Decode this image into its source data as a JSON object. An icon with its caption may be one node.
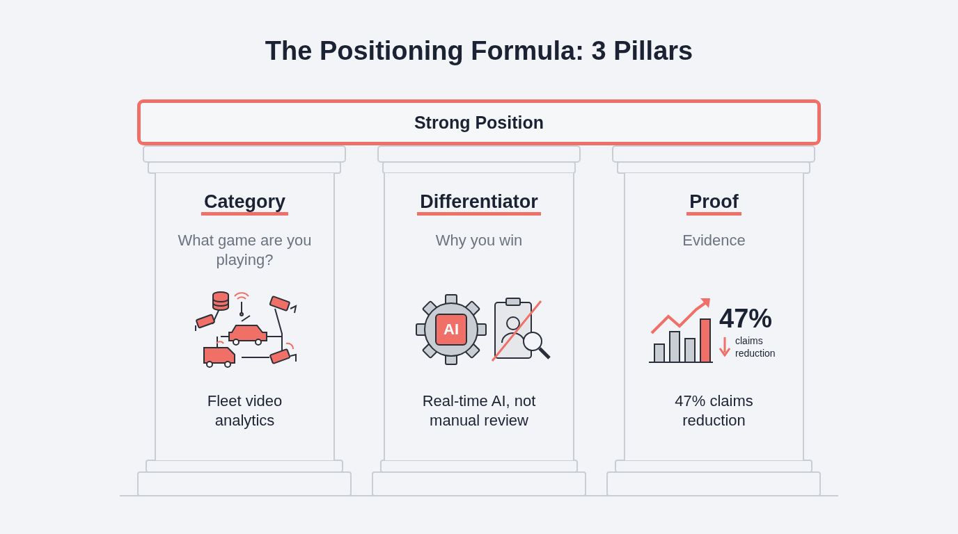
{
  "diagram": {
    "title": "The Positioning Formula: 3 Pillars",
    "nodes": [
      {
        "text": [
          "Strong Position"
        ]
      },
      {
        "text": [
          "Category",
          "What game are you playing?",
          "Fleet video analytics"
        ]
      },
      {
        "text": [
          "Differentiator",
          "Why you win",
          "Real-time AI, not manual review"
        ]
      },
      {
        "text": [
          "Proof",
          "Evidence",
          "47% claims reduction"
        ]
      }
    ],
    "labels": [
      "AI",
      "47%",
      "claims reduction"
    ]
  }
}
